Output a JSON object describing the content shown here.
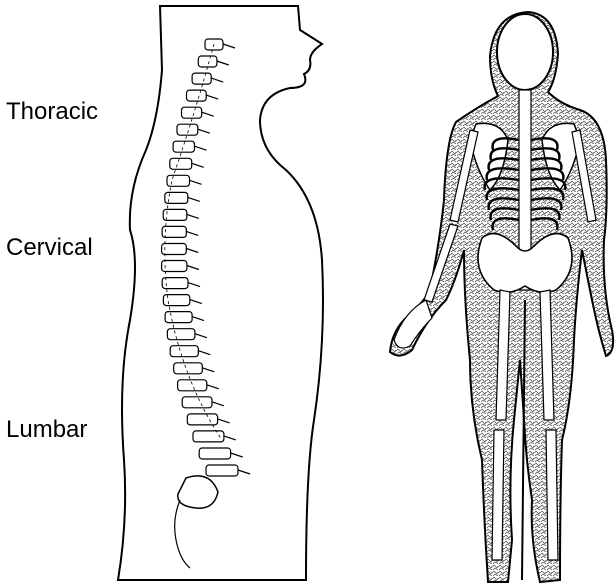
{
  "labels": {
    "thoracic": "Thoracic",
    "cervical": "Cervical",
    "lumbar": "Lumbar"
  },
  "colors": {
    "ink": "#000000",
    "paper": "#ffffff",
    "stipple": "#333333"
  }
}
